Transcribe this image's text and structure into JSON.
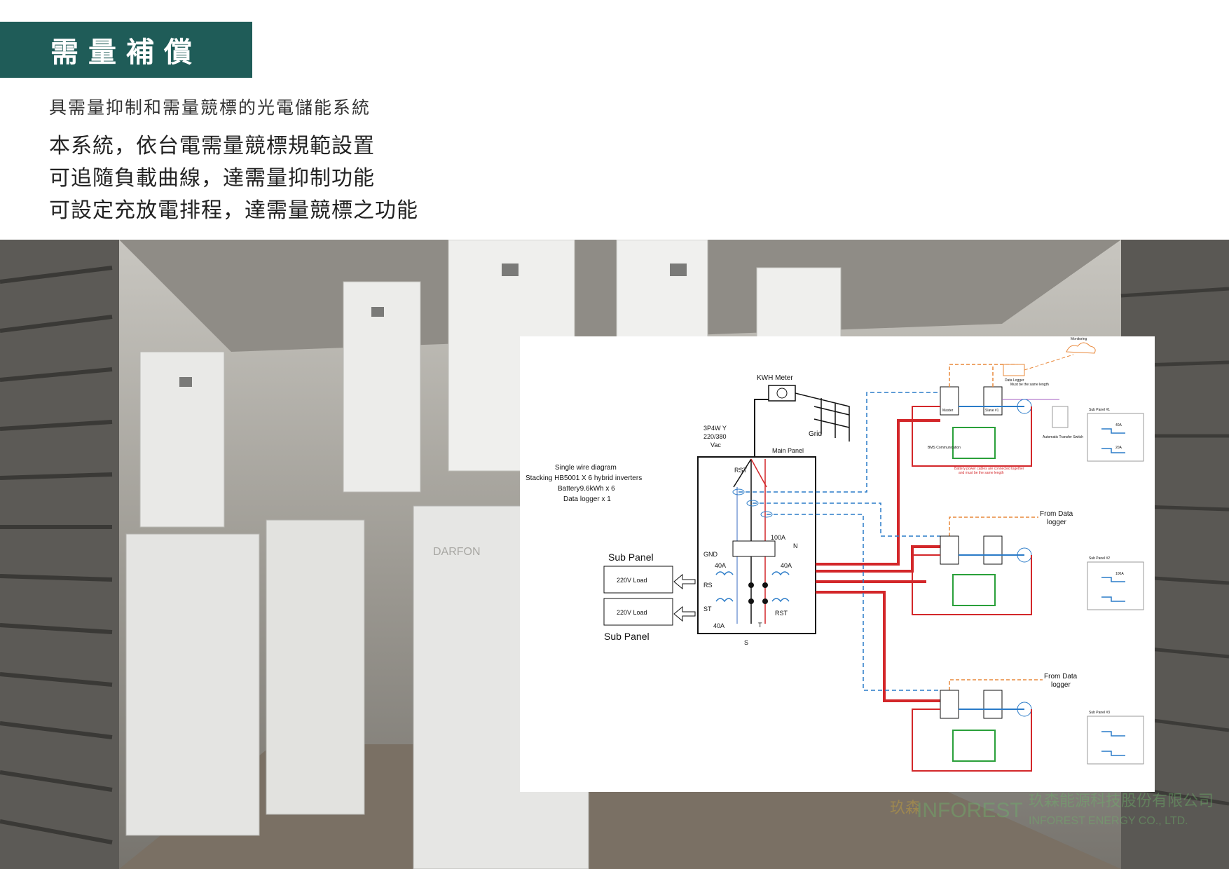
{
  "header": {
    "title": "需量補償",
    "subtitle": "具需量抑制和需量競標的光電儲能系統"
  },
  "description": {
    "lines": [
      "本系統，依台電需量競標規範設置",
      "可追隨負載曲線，達需量抑制功能",
      "可設定充放電排程，達需量競標之功能"
    ]
  },
  "photo": {
    "brand_text": "DARFON"
  },
  "diagram": {
    "kwh_meter": "KWH Meter",
    "grid": "Grid",
    "supply_line1": "3P4W Y",
    "supply_line2": "220/380",
    "supply_line3": "Vac",
    "main_panel": "Main Panel",
    "info_line1": "Single wire diagram",
    "info_line2": "Stacking HB5001 X 6 hybrid inverters",
    "info_line3": "Battery9.6kWh x 6",
    "info_line4": "Data logger x 1",
    "rst": "RST",
    "gnd": "GND",
    "n": "N",
    "breaker_100a": "100A",
    "breaker_40a_l1": "40A",
    "breaker_40a_r1": "40A",
    "breaker_40a_l2": "40A",
    "rs": "RS",
    "st": "ST",
    "rst2": "RST",
    "t": "T",
    "s": "S",
    "sub_panel_top": "Sub Panel",
    "sub_panel_bottom": "Sub Panel",
    "load1": "220V Load",
    "load2": "220V Load",
    "from_data_logger_1": "From Data",
    "logger_1": "logger",
    "from_data_logger_2": "From Data",
    "logger_2": "logger",
    "master": "Master",
    "slave": "Slave #1",
    "data_logger": "Data Logger",
    "monitoring": "Monitoring",
    "bms_comm": "BMS Communication",
    "battery_note1": "Battery power cables are connected together",
    "battery_note2": "and must be the same length",
    "same_length": "Must be the same length",
    "ats": "Automatic Transfer Switch",
    "sub_panel_1": "Sub Panel #1",
    "sub_panel_2": "Sub Panel #2",
    "sub_panel_3": "Sub Panel #3",
    "breaker_100a_small": "100A",
    "breaker_40a_small": "40A",
    "breaker_20a_small": "20A"
  },
  "watermark": {
    "chinese_brand": "玖森",
    "brand": "INFOREST",
    "company_cn": "玖森能源科技股份有限公司",
    "company_en": "INFOREST ENERGY CO., LTD."
  },
  "colors": {
    "title_bg": "#1f5c58",
    "ac_power": "#d3272a",
    "comm": "#2a7bc8",
    "battery": "#2aa03a",
    "data": "#e9883a",
    "signal": "#a35bc0"
  }
}
